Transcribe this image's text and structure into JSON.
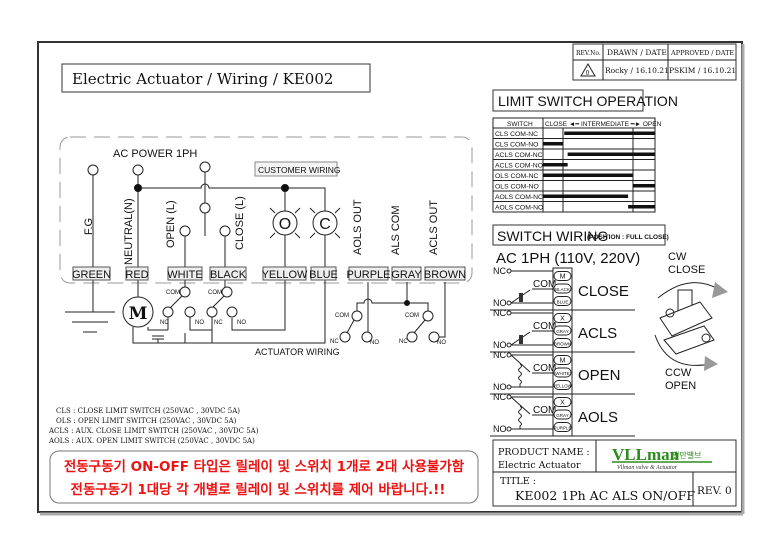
{
  "header": {
    "title": "Electric Actuator / Wiring / KE002"
  },
  "revision_block": {
    "headers": [
      "REV.No.",
      "DRAWN / DATE",
      "APPROVED / DATE"
    ],
    "rev_symbol": "0",
    "drawn": "Rocky / 16.10.21",
    "approved": "PSKIM / 16.10.21"
  },
  "limit_switch_operation": {
    "title": "LIMIT SWITCH OPERATION",
    "col_switch": "SWITCH",
    "col_travel": "CLOSE ◄━ INTERMEDIATE ━► OPEN",
    "rows": [
      {
        "name": "CLS COM-NC",
        "on_percent": [
          19,
          100
        ]
      },
      {
        "name": "CLS COM-NO",
        "on_percent": [
          0,
          18
        ]
      },
      {
        "name": "ACLS COM-NC",
        "on_percent": [
          22,
          100
        ]
      },
      {
        "name": "ACLS COM-NO",
        "on_percent": [
          0,
          22
        ]
      },
      {
        "name": "OLS COM-NC",
        "on_percent": [
          0,
          80
        ]
      },
      {
        "name": "OLS COM-NO",
        "on_percent": [
          80,
          100
        ]
      },
      {
        "name": "AOLS COM-NC",
        "on_percent": [
          0,
          76
        ]
      },
      {
        "name": "AOLS COM-NO",
        "on_percent": [
          76,
          100
        ]
      }
    ]
  },
  "switch_wiring": {
    "title": "SWITCH WIRING",
    "subtitle": "(POSITION : FULL CLOSE)",
    "supply": "AC 1PH (110V, 220V)",
    "nc": "NC",
    "no": "NO",
    "com": "COM",
    "groups": [
      {
        "name": "CLOSE",
        "terminals": [
          "M",
          "BLACK",
          "BLUE"
        ]
      },
      {
        "name": "ACLS",
        "terminals": [
          "X",
          "GRAY",
          "BROWN"
        ]
      },
      {
        "name": "OPEN",
        "terminals": [
          "M",
          "WHITE",
          "YELLOW"
        ]
      },
      {
        "name": "AOLS",
        "terminals": [
          "X",
          "GRAY",
          "PURPLE"
        ]
      }
    ],
    "cw": [
      "CW",
      "CLOSE"
    ],
    "ccw": [
      "CCW",
      "OPEN"
    ]
  },
  "wiring": {
    "ac_power": "AC POWER 1PH",
    "customer_wiring": "CUSTOMER WIRING",
    "actuator_wiring": "ACTUATOR WIRING",
    "signals": [
      "F.G",
      "NEUTRAL(N)",
      "OPEN (L)",
      "CLOSE (L)",
      "AOLS OUT",
      "ALS COM",
      "ACLS OUT"
    ],
    "lamps": [
      "O",
      "C"
    ],
    "motor": "M",
    "colors": [
      "GREEN",
      "RED",
      "WHITE",
      "BLACK",
      "YELLOW",
      "BLUE",
      "PURPLE",
      "GRAY",
      "BROWN"
    ],
    "com": "COM",
    "nc": "NC",
    "no": "NO"
  },
  "legend": [
    "CLS : CLOSE LIMIT SWITCH (250VAC , 30VDC 5A)",
    "OLS : OPEN   LIMIT SWITCH (250VAC , 30VDC 5A)",
    "ACLS : AUX. CLOSE LIMIT SWITCH (250VAC , 30VDC 5A)",
    "AOLS : AUX. OPEN   LIMIT SWITCH (250VAC , 30VDC 5A)"
  ],
  "notice": {
    "line1": "전동구동기 ON-OFF 타입은  릴레이 및 스위치 1개로 2대 사용불가함",
    "line2": "전동구동기 1대당 각 개별로 릴레이 및 스위치를 제어 바랍니다.!!",
    "color": "#ee1111"
  },
  "title_block": {
    "product_label": "PRODUCT NAME :",
    "product_value": "Electric Actuator",
    "logo": "VLLman",
    "logo_korean": "밸만밸브",
    "logo_tagline": "Vllman valve & Actuator",
    "title_label": "TITLE :",
    "title_value": "KE002 1Ph AC ALS ON/OFF",
    "rev": "REV. 0",
    "brand_color": "#2e8b1e"
  }
}
